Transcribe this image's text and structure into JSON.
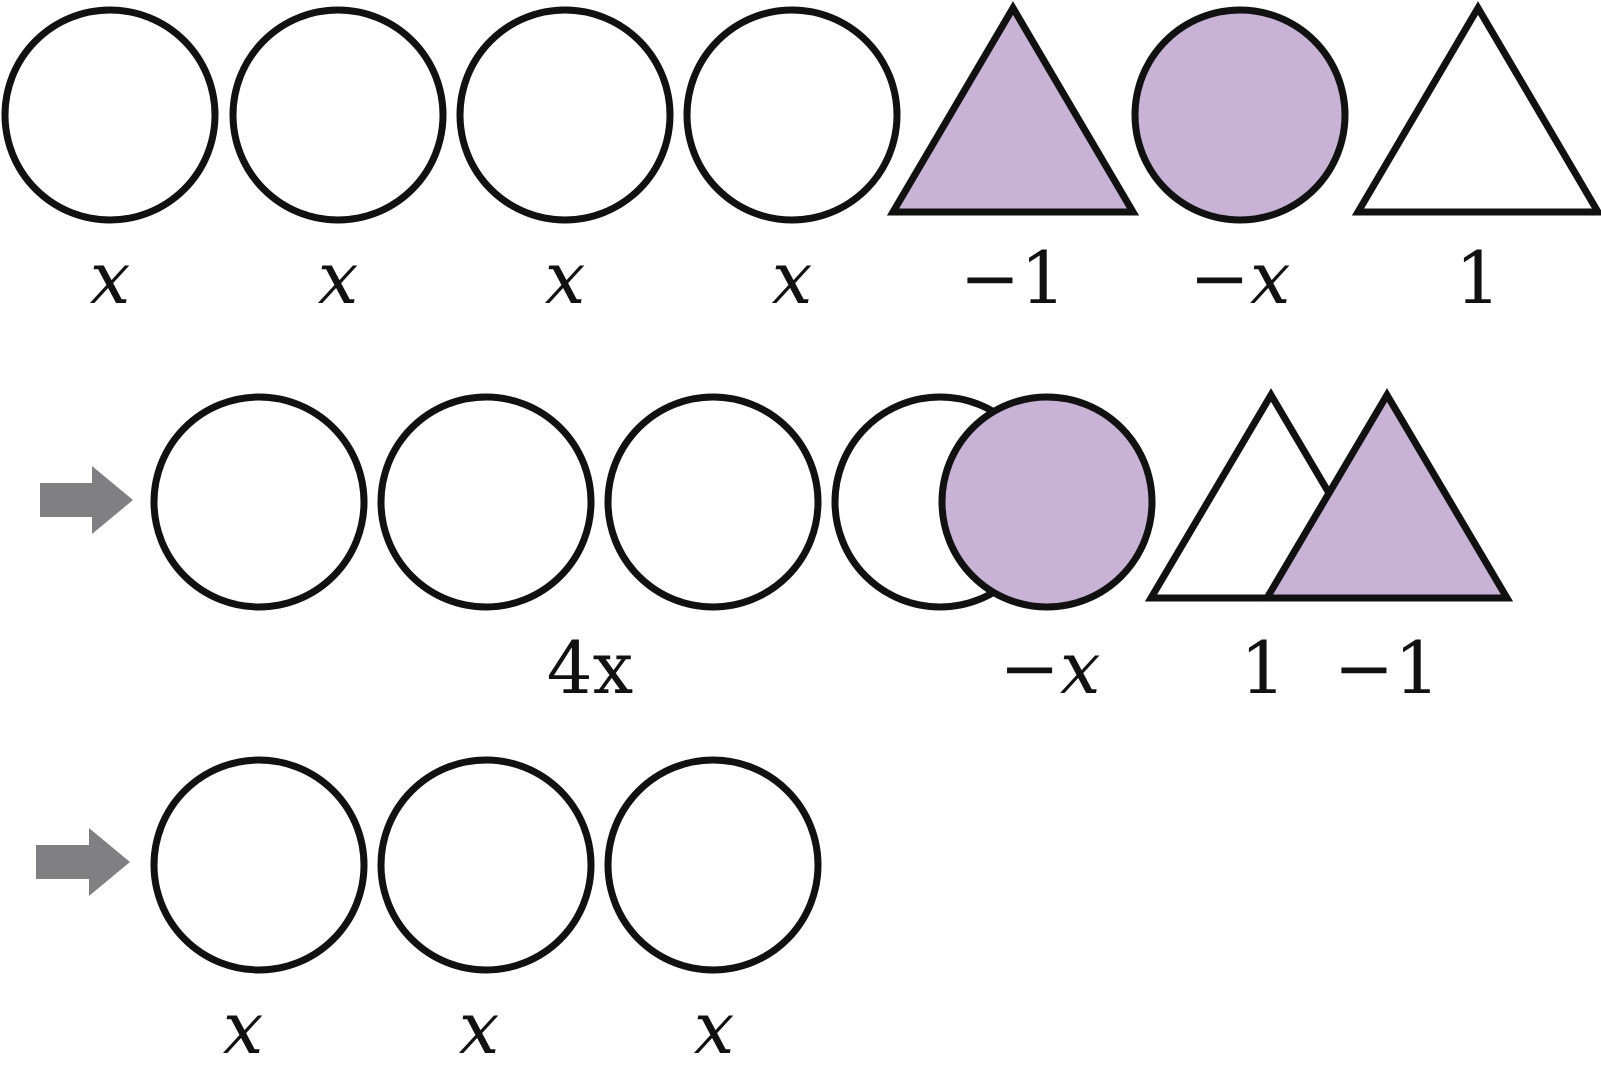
{
  "colors": {
    "stroke": "#111111",
    "positive_fill": "#ffffff",
    "negative_fill": "#c8b2d6",
    "arrow": "#808083"
  },
  "rows": [
    {
      "name": "initial-tiles",
      "tiles": [
        {
          "shape": "circle",
          "sign": "positive",
          "label": "x"
        },
        {
          "shape": "circle",
          "sign": "positive",
          "label": "x"
        },
        {
          "shape": "circle",
          "sign": "positive",
          "label": "x"
        },
        {
          "shape": "circle",
          "sign": "positive",
          "label": "x"
        },
        {
          "shape": "triangle",
          "sign": "negative",
          "label": "−1"
        },
        {
          "shape": "circle",
          "sign": "negative",
          "label": "−x"
        },
        {
          "shape": "triangle",
          "sign": "positive",
          "label": "1"
        }
      ]
    },
    {
      "name": "grouped-tiles",
      "arrow": "right-arrow-icon",
      "groups": [
        {
          "label": "4x",
          "tiles": [
            "x",
            "x",
            "x",
            "x"
          ]
        },
        {
          "label": "−x"
        },
        {
          "label": "1"
        },
        {
          "label": "−1"
        }
      ]
    },
    {
      "name": "result-tiles",
      "arrow": "right-arrow-icon",
      "tiles": [
        {
          "shape": "circle",
          "sign": "positive",
          "label": "x"
        },
        {
          "shape": "circle",
          "sign": "positive",
          "label": "x"
        },
        {
          "shape": "circle",
          "sign": "positive",
          "label": "x"
        }
      ]
    }
  ]
}
